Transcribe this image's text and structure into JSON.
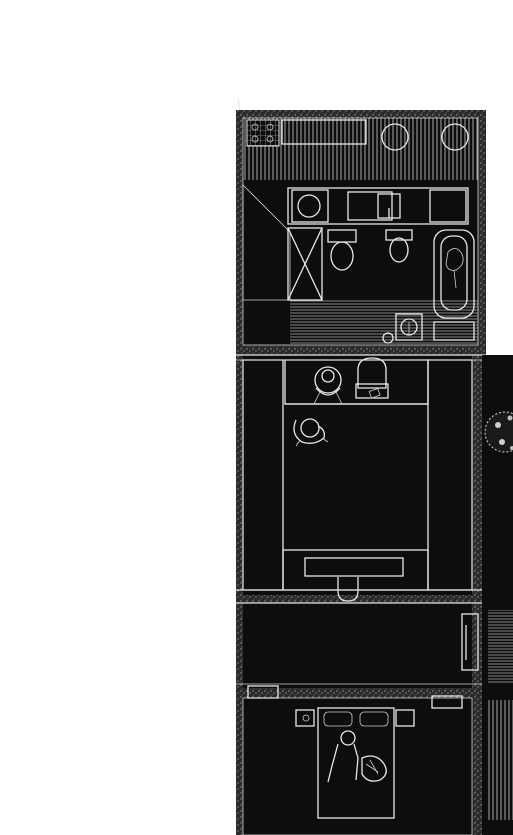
{
  "drawing": {
    "kind": "architectural floor plan",
    "style": "white line drawing on black (inverted print)",
    "colors": {
      "paper": "#ffffff",
      "ink": "#0d0d0d",
      "line": "#e8e8e8",
      "speckle": "#8a8a8a"
    },
    "rooms": [
      {
        "id": "kitchen",
        "fixtures": [
          "stove-icon",
          "counter",
          "round-tables"
        ]
      },
      {
        "id": "bathroom",
        "fixtures": [
          "sink-icon",
          "shower-icon",
          "toilet-icon",
          "bidet-icon",
          "bathtub-icon",
          "washbasin-icon"
        ]
      },
      {
        "id": "study",
        "fixtures": [
          "desk",
          "armchair-icon",
          "person-seated-icon",
          "person-icon"
        ]
      },
      {
        "id": "living-area",
        "fixtures": [
          "bench",
          "chair-icon"
        ]
      },
      {
        "id": "corridor",
        "fixtures": []
      },
      {
        "id": "bedroom",
        "fixtures": [
          "bed-icon",
          "nightstand-icon",
          "reclining-people-icon"
        ]
      },
      {
        "id": "garden",
        "fixtures": [
          "tree-icon"
        ]
      }
    ]
  }
}
